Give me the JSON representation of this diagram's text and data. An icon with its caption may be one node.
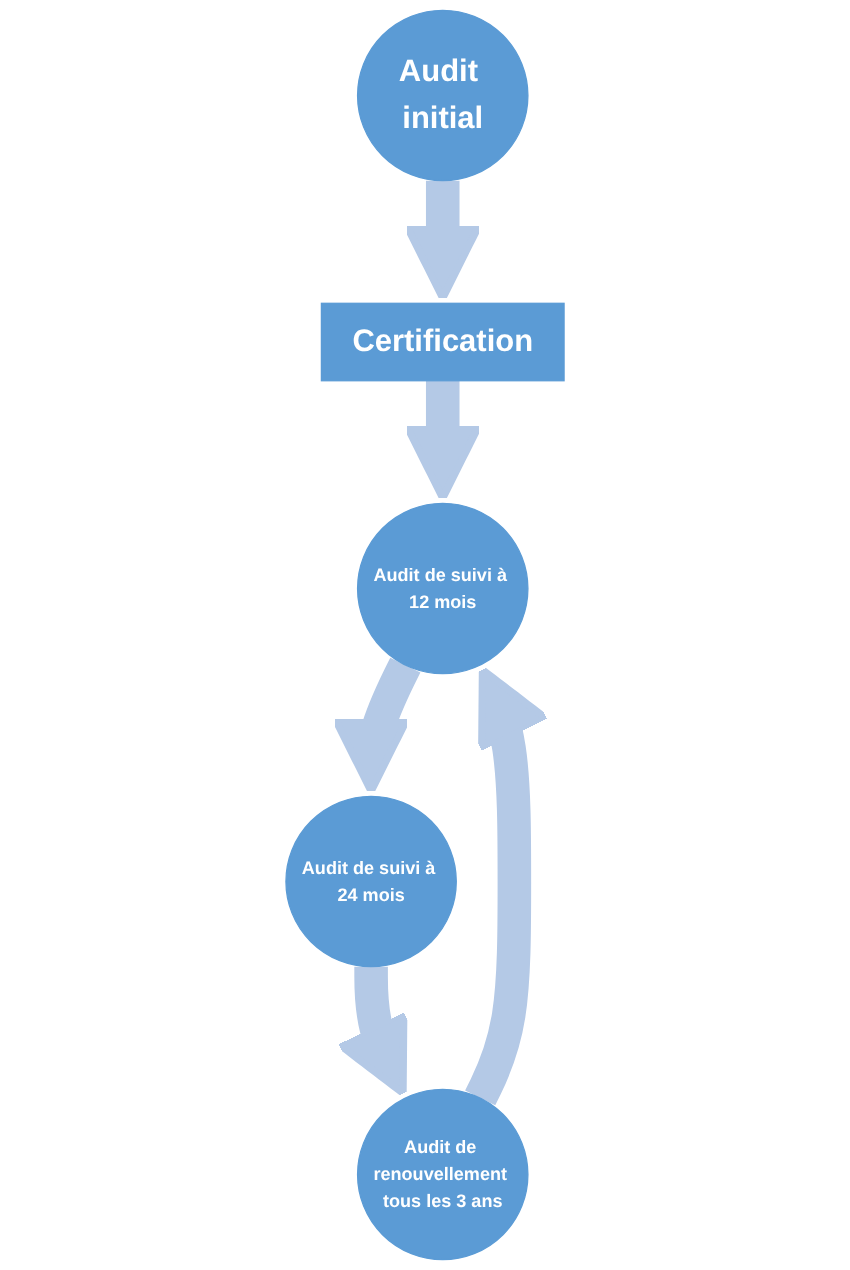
{
  "diagram": {
    "nodes": [
      {
        "text": [
          "Audit initial"
        ]
      },
      {
        "text": [
          "Certification"
        ]
      },
      {
        "text": [
          "Audit de suivi à 12 mois"
        ]
      },
      {
        "text": [
          "Audit de suivi à 24 mois"
        ]
      },
      {
        "text": [
          "Audit de renouvellement tous les 3 ans"
        ]
      }
    ],
    "edges": [
      {
        "from": 0,
        "to": 1,
        "arrow": "to"
      },
      {
        "from": 1,
        "to": 2,
        "arrow": "to"
      },
      {
        "from": 2,
        "to": 3,
        "arrow": "to"
      },
      {
        "from": 3,
        "to": 4,
        "arrow": "to"
      },
      {
        "from": 4,
        "to": 2,
        "arrow": "to"
      }
    ]
  }
}
